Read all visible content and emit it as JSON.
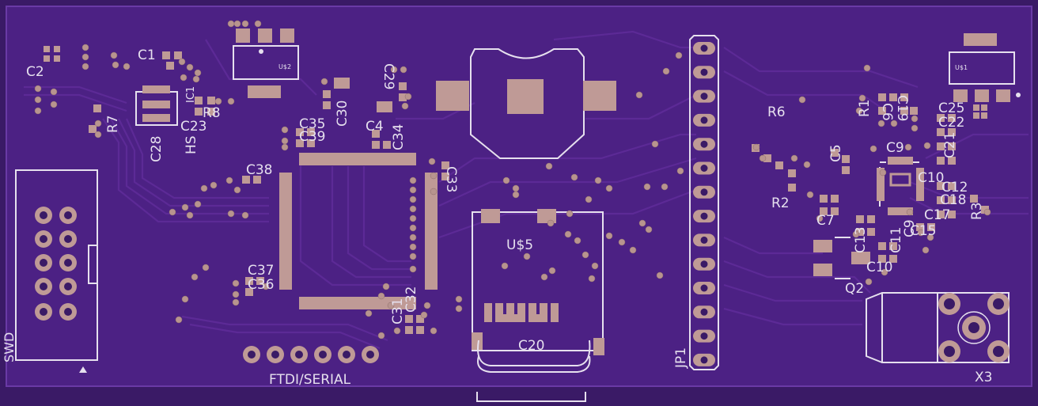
{
  "board": {
    "colors": {
      "background": "#3a1a66",
      "board": "#4c2184",
      "trace": "#5c2a96",
      "pad": "#bf9a96",
      "silk": "#e6e0ee",
      "via": "#b8948f"
    }
  },
  "labels": {
    "swd": "SWD",
    "ftdi": "FTDI/SERIAL",
    "jp1": "JP1",
    "x3": "X3",
    "q2": "Q2",
    "us5": "U$5",
    "us2": "U$2",
    "us1": "U$1",
    "c1": "C1",
    "c2": "C2",
    "c20": "C20",
    "c23": "C23",
    "c25": "C25",
    "c28": "C28",
    "c29": "C29",
    "c30": "C30",
    "c31": "C31",
    "c32": "C32",
    "c33": "C33",
    "c34": "C34",
    "c35": "C35",
    "c36": "C36",
    "c37": "C37",
    "c38": "C38",
    "c39": "C39",
    "c4": "C4",
    "c5": "C5",
    "c6": "C6",
    "c7": "C7",
    "c9": "C9",
    "c10": "C10",
    "c11": "C11",
    "c12": "C12",
    "c13": "C13",
    "c15": "C15",
    "c17": "C17",
    "c18": "C18",
    "c19": "C19",
    "c21": "C21",
    "c22": "C22",
    "r1": "R1",
    "r2": "R2",
    "r3": "R3",
    "r6": "R6",
    "r7": "R7",
    "r8": "R8",
    "hs": "HS",
    "ic1": "IC1"
  }
}
